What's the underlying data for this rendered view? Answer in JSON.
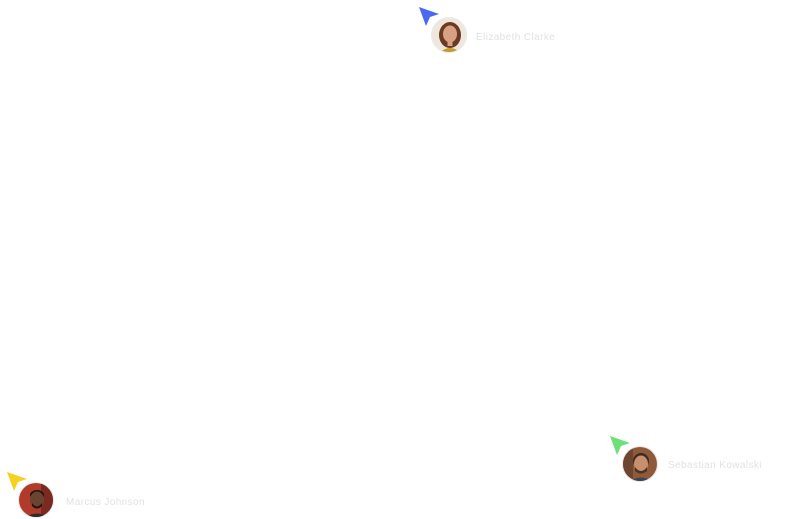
{
  "cursors": [
    {
      "label": "Elizabeth Clarke",
      "color": "#4a68f2",
      "avatar": {
        "skin": "#d9a184",
        "hair": "#6b3a22",
        "shirt": "#c79a2a",
        "bg": "#efe6dd"
      }
    },
    {
      "label": "Sebastian Kowalski",
      "color": "#6ee07a",
      "avatar": {
        "skin": "#c98f6d",
        "hair": "#3a2b24",
        "shirt": "#3c4552",
        "bg": "#8f5a3a"
      }
    },
    {
      "label": "Marcus Johnson",
      "color": "#f5d21f",
      "avatar": {
        "skin": "#6b4331",
        "hair": "#1d1512",
        "shirt": "#2b2b2b",
        "bg": "#b23a2a"
      }
    }
  ]
}
